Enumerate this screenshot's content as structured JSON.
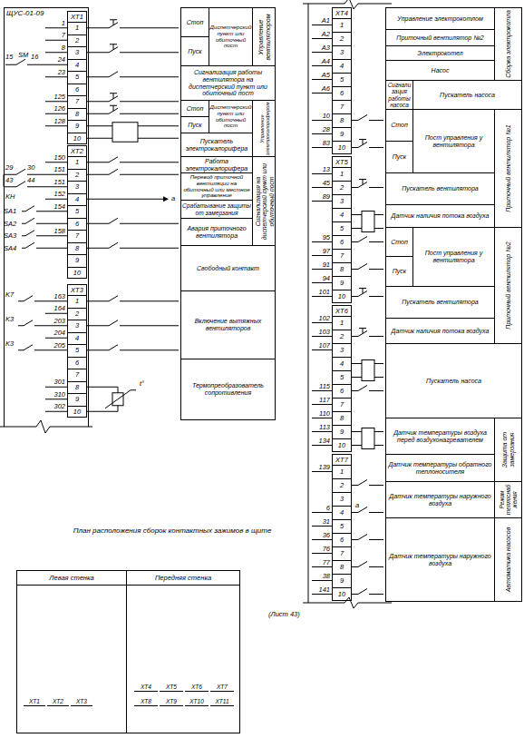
{
  "diagram": {
    "nodes": [
      {
        "text": [
          "ЩУС-01-09"
        ]
      },
      {
        "text": [
          "XT1",
          "1",
          "2",
          "3",
          "4",
          "5",
          "6",
          "7",
          "8",
          "9",
          "10"
        ],
        "in": 0
      },
      {
        "text": [
          "XT2",
          "1",
          "2",
          "3",
          "4",
          "5",
          "6",
          "7",
          "8",
          "9",
          "10"
        ],
        "in": 0
      },
      {
        "text": [
          "XT3",
          "1",
          "2",
          "3",
          "4",
          "5",
          "6",
          "7",
          "8",
          "9",
          "10"
        ],
        "in": 0
      },
      {
        "text": [
          "Стоп"
        ]
      },
      {
        "text": [
          "Пуск"
        ]
      },
      {
        "text": [
          "Диспетчерский пункт или обиточный пост"
        ]
      },
      {
        "text": [
          "Управление вентилятором"
        ]
      },
      {
        "text": [
          "Сигнализация работы вентилятора на диспетчерский пункт или обиточный пост"
        ]
      },
      {
        "text": [
          "Стоп"
        ]
      },
      {
        "text": [
          "Пуск"
        ]
      },
      {
        "text": [
          "Диспетчерский пункт или обиточный пост"
        ]
      },
      {
        "text": [
          "Пускатель электрокалорифера"
        ]
      },
      {
        "text": [
          "Управление электрокалорифером"
        ]
      },
      {
        "text": [
          "Работа электрокалорифера"
        ]
      },
      {
        "text": [
          "Перевод приточной вентиляции на обиточный или местное управление"
        ]
      },
      {
        "text": [
          "Срабатывание защиты от замерзания"
        ]
      },
      {
        "text": [
          "Авария приточного вентилятора"
        ]
      },
      {
        "text": [
          "Сигнализация на диспетчерский пункт или обиточный пост"
        ]
      },
      {
        "text": [
          "Свободный контакт"
        ]
      },
      {
        "text": [
          "Включение вытяжных вентиляторов"
        ]
      },
      {
        "text": [
          "Термопреобразователь сопротивления"
        ]
      },
      {
        "text": [
          "XT4",
          "1",
          "2",
          "3",
          "4",
          "5",
          "6",
          "7",
          "8",
          "9",
          "10"
        ]
      },
      {
        "text": [
          "XT5",
          "1",
          "2",
          "3",
          "4",
          "5",
          "6",
          "7",
          "8",
          "9",
          "10"
        ]
      },
      {
        "text": [
          "XT6",
          "1",
          "2",
          "3",
          "4",
          "5",
          "6",
          "7",
          "8",
          "9",
          "10"
        ]
      },
      {
        "text": [
          "XT7",
          "1",
          "2",
          "3",
          "4",
          "5",
          "6",
          "7",
          "8",
          "9",
          "10"
        ]
      },
      {
        "text": [
          "Управление электрокотлом"
        ]
      },
      {
        "text": [
          "Приточный вентилятор №2"
        ]
      },
      {
        "text": [
          "Электрокотел"
        ]
      },
      {
        "text": [
          "Насос"
        ]
      },
      {
        "text": [
          "Сборка электрокотла"
        ]
      },
      {
        "text": [
          "Сигнализация работы насоса"
        ]
      },
      {
        "text": [
          "Пускатель насоса"
        ]
      },
      {
        "text": [
          "Стоп"
        ]
      },
      {
        "text": [
          "Пуск"
        ]
      },
      {
        "text": [
          "Пост управления у вентилятора"
        ]
      },
      {
        "text": [
          "Пускатель вентилятора"
        ]
      },
      {
        "text": [
          "Датчик наличия потока воздуха"
        ]
      },
      {
        "text": [
          "Приточный вентилятор №1"
        ]
      },
      {
        "text": [
          "Стоп"
        ]
      },
      {
        "text": [
          "Пуск"
        ]
      },
      {
        "text": [
          "Пост управления у вентилятора"
        ]
      },
      {
        "text": [
          "Пускатель вентилятора"
        ]
      },
      {
        "text": [
          "Датчик наличия потока воздуха"
        ]
      },
      {
        "text": [
          "Приточный вентилятор №2"
        ]
      },
      {
        "text": [
          "Пускатель насоса"
        ]
      },
      {
        "text": [
          "Датчик температуры воздуха перед воздухонагревателем"
        ]
      },
      {
        "text": [
          "Датчик температуры обратного теплоносителя"
        ]
      },
      {
        "text": [
          "Защита от замерзания"
        ]
      },
      {
        "text": [
          "Датчик температуры наружного воздуха"
        ]
      },
      {
        "text": [
          "Режим теплоснабжения"
        ]
      },
      {
        "text": [
          "Датчик температуры наружного воздуха"
        ]
      },
      {
        "text": [
          "Автоматика насосов"
        ]
      },
      {
        "text": [
          "Левая стенка"
        ]
      },
      {
        "text": [
          "XT1"
        ],
        "in": 53
      },
      {
        "text": [
          "XT2"
        ],
        "in": 53
      },
      {
        "text": [
          "XT3"
        ],
        "in": 53
      },
      {
        "text": [
          "Передняя стенка"
        ]
      },
      {
        "text": [
          "XT4"
        ],
        "in": 57
      },
      {
        "text": [
          "XT5"
        ],
        "in": 57
      },
      {
        "text": [
          "XT6"
        ],
        "in": 57
      },
      {
        "text": [
          "XT7"
        ],
        "in": 57
      },
      {
        "text": [
          "XT8"
        ],
        "in": 57
      },
      {
        "text": [
          "XT9"
        ],
        "in": 57
      },
      {
        "text": [
          "XT10"
        ],
        "in": 57
      },
      {
        "text": [
          "XT11"
        ],
        "in": 57
      }
    ],
    "labels": [
      "1",
      "7",
      "8",
      "15",
      "SM",
      "16",
      "24",
      "23",
      "125",
      "126",
      "128",
      "150",
      "29",
      "30",
      "151",
      "43",
      "44",
      "151",
      "KH",
      "152",
      "154",
      "SA1",
      "SA2",
      "158",
      "SA3",
      "SA4",
      "K7",
      "163",
      "164",
      "K3",
      "203",
      "204",
      "K3",
      "205",
      "301",
      "310",
      "302",
      "t°",
      "a",
      "А1",
      "А2",
      "А3",
      "А4",
      "А5",
      "А6",
      "10",
      "28",
      "83",
      "13",
      "45",
      "89",
      "95",
      "97",
      "91",
      "94",
      "101",
      "102",
      "103",
      "107",
      "115",
      "117",
      "110",
      "113",
      "134",
      "139",
      "6",
      "31",
      "36",
      "76",
      "77",
      "38",
      "141",
      "a",
      "(Лист 43)",
      "План расположения сборок контактных зажимов в щите"
    ]
  }
}
